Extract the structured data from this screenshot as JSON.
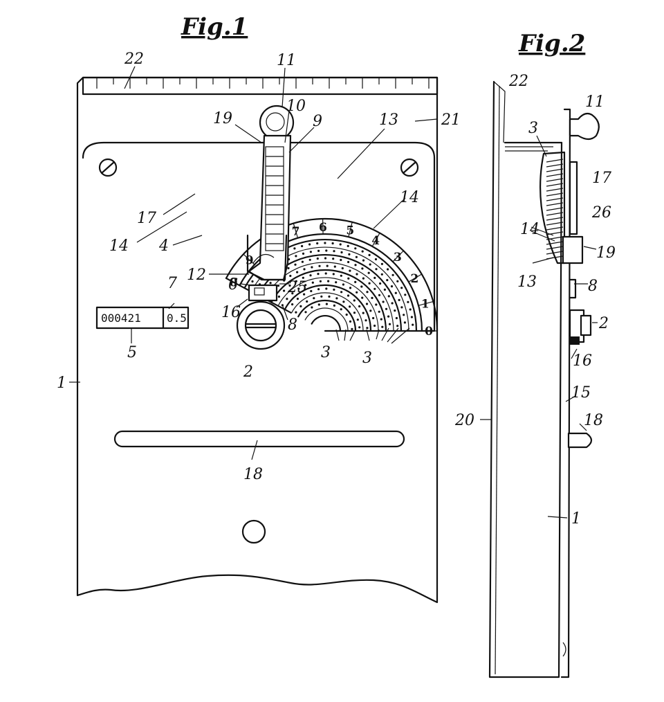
{
  "figures": {
    "fig1_title": "Fig.1",
    "fig2_title": "Fig.2"
  },
  "dial": {
    "numbers": [
      "0",
      "9",
      "8",
      "7",
      "6",
      "5",
      "4",
      "3",
      "2",
      "1",
      "0"
    ]
  },
  "counter": {
    "digits": "000421",
    "unit": "0.5"
  },
  "fig1_labels": {
    "l22": "22",
    "l11": "11",
    "l10": "10",
    "l19": "19",
    "l9": "9",
    "l13": "13",
    "l21": "21",
    "l14a": "14",
    "l17": "17",
    "l14b": "14",
    "l4": "4",
    "l12": "12",
    "l6": "6",
    "l25": "25",
    "l16": "16",
    "l8": "8",
    "l7": "7",
    "l5": "5",
    "l2": "2",
    "l3a": "3",
    "l3b": "3",
    "l1": "1",
    "l18": "18"
  },
  "fig2_labels": {
    "l22": "22",
    "l11": "11",
    "l3": "3",
    "l17": "17",
    "l26": "26",
    "l14": "14",
    "l19": "19",
    "l13": "13",
    "l8": "8",
    "l2": "2",
    "l16": "16",
    "l15": "15",
    "l20": "20",
    "l18": "18",
    "l1": "1"
  }
}
